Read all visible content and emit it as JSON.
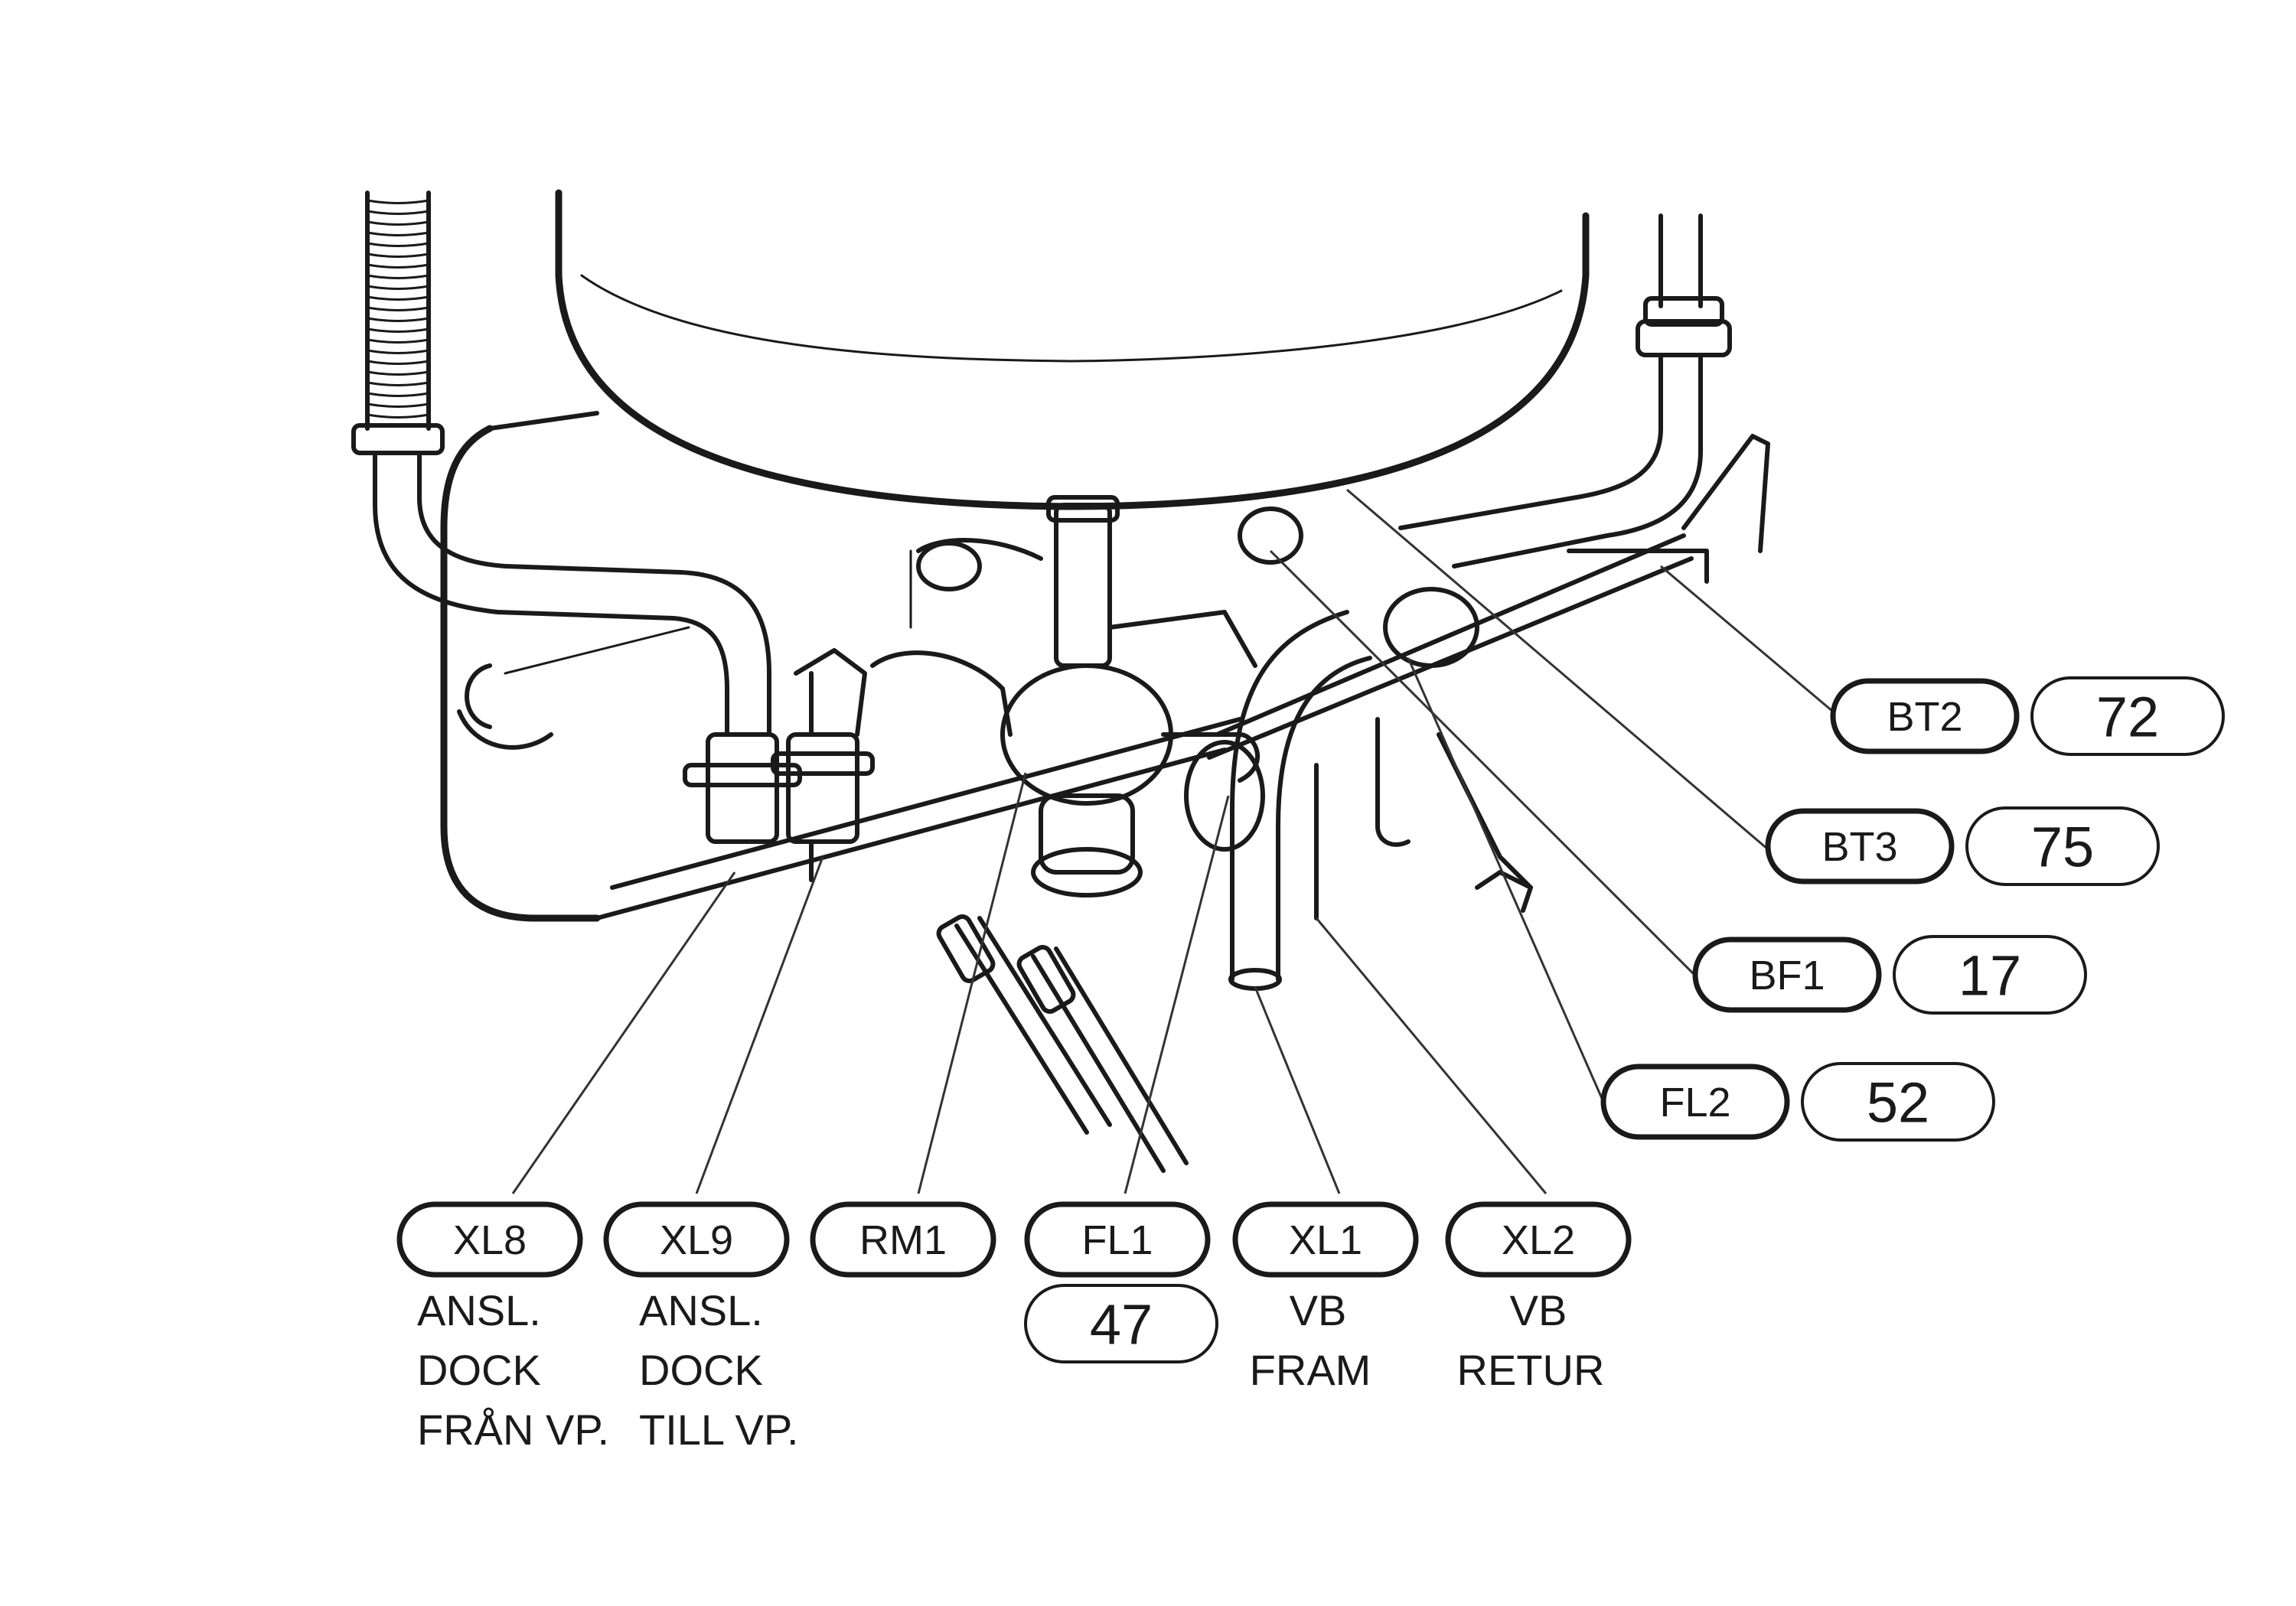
{
  "components": {
    "xl8": {
      "code": "XL8",
      "desc_lines": [
        "ANSL.",
        "DOCK",
        "FRÅN VP."
      ]
    },
    "xl9": {
      "code": "XL9",
      "desc_lines": [
        "ANSL.",
        "DOCK",
        "TILL VP."
      ]
    },
    "rm1": {
      "code": "RM1"
    },
    "fl1": {
      "code": "FL1",
      "value": "47"
    },
    "xl1": {
      "code": "XL1",
      "desc_lines": [
        "VB",
        "FRAM"
      ]
    },
    "xl2": {
      "code": "XL2",
      "desc_lines": [
        "VB",
        "RETUR"
      ]
    },
    "bt2": {
      "code": "BT2",
      "value": "72"
    },
    "bt3": {
      "code": "BT3",
      "value": "75"
    },
    "bf1": {
      "code": "BF1",
      "value": "17"
    },
    "fl2": {
      "code": "FL2",
      "value": "52"
    }
  },
  "colors": {
    "ink": "#1a1a1a",
    "background": "#ffffff"
  }
}
